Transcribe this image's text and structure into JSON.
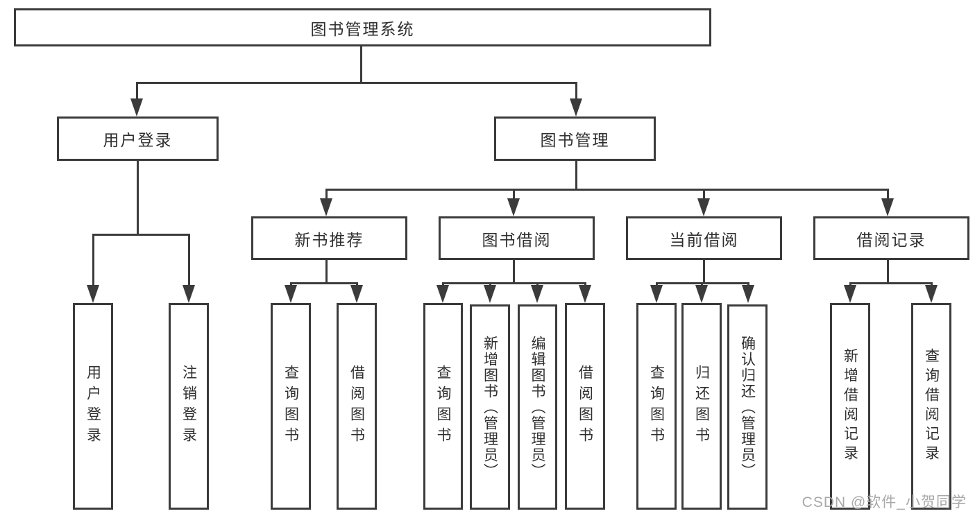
{
  "tree": {
    "root": "图书管理系统",
    "user": {
      "label": "用户登录",
      "children": [
        "用户登录",
        "注销登录"
      ]
    },
    "mgmt": {
      "label": "图书管理",
      "groups": [
        {
          "label": "新书推荐",
          "children": [
            "查询图书",
            "借阅图书"
          ]
        },
        {
          "label": "图书借阅",
          "children": [
            "查询图书",
            "新增图书（管理员）",
            "编辑图书（管理员）",
            "借阅图书"
          ]
        },
        {
          "label": "当前借阅",
          "children": [
            "查询图书",
            "归还图书",
            "确认归还（管理员）"
          ]
        },
        {
          "label": "借阅记录",
          "children": [
            "新增借阅记录",
            "查询借阅记录"
          ]
        }
      ]
    }
  },
  "watermark": "CSDN @软件_小贺同学",
  "colors": {
    "line": "#3b3b3b",
    "text": "#2f2f2f",
    "watermark": "#a9a9a9",
    "background": "#ffffff"
  }
}
